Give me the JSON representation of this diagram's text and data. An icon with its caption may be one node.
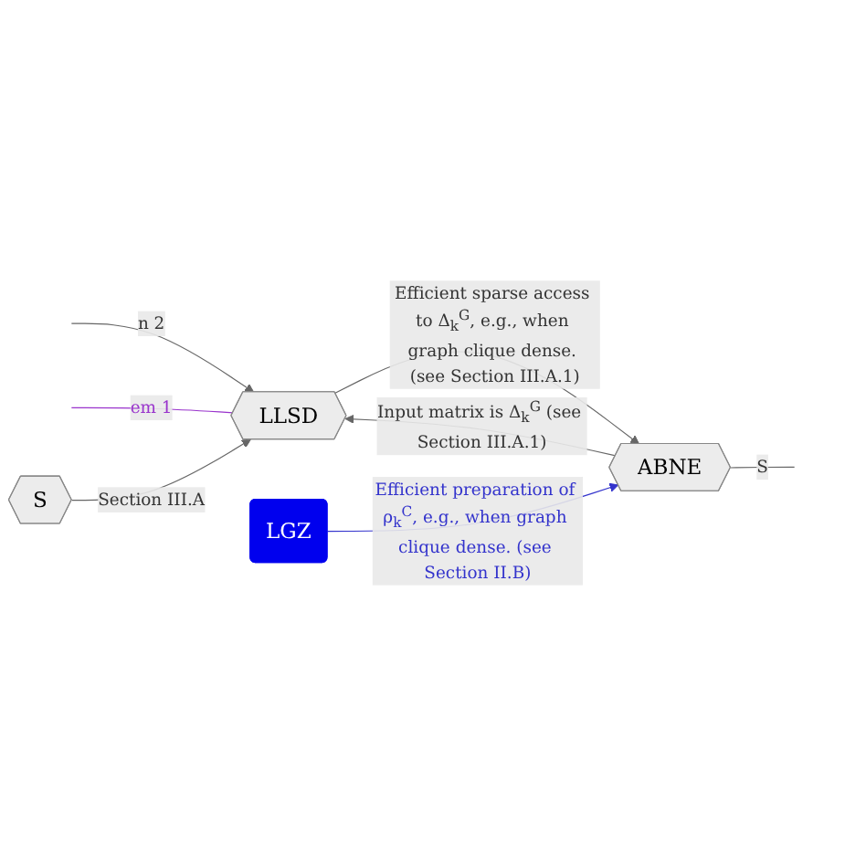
{
  "diagram": {
    "nodes": [
      {
        "text": [
          "LLSD"
        ]
      },
      {
        "text": [
          "S"
        ]
      },
      {
        "text": [
          "ABNE"
        ]
      },
      {
        "text": [
          "LGZ"
        ]
      }
    ],
    "edges": [
      {
        "from": null,
        "to": 0,
        "arrow": "to",
        "label": "n 2"
      },
      {
        "from": null,
        "to": 0,
        "arrow": "none",
        "label": "em 1",
        "color": "#9933cc"
      },
      {
        "from": 1,
        "to": 0,
        "arrow": "to",
        "label": "Section III.A"
      },
      {
        "from": 0,
        "to": 2,
        "arrow": "to",
        "label": "Efficient sparse access to Δ$_{k}$$^{G}$, e.g., when graph clique dense. (see Section III.A.1)"
      },
      {
        "from": 2,
        "to": 0,
        "arrow": "to",
        "label": "Input matrix is Δ$_{k}$$^{G}$ (see Section III.A.1)"
      },
      {
        "from": 3,
        "to": 2,
        "arrow": "to",
        "label": "Efficient preparation of ρ$_{k}$$^{C}$, e.g., when graph clique dense. (see Section II.B)",
        "color": "#3333cc"
      },
      {
        "from": 2,
        "to": null,
        "arrow": "none",
        "label": "S"
      }
    ]
  }
}
